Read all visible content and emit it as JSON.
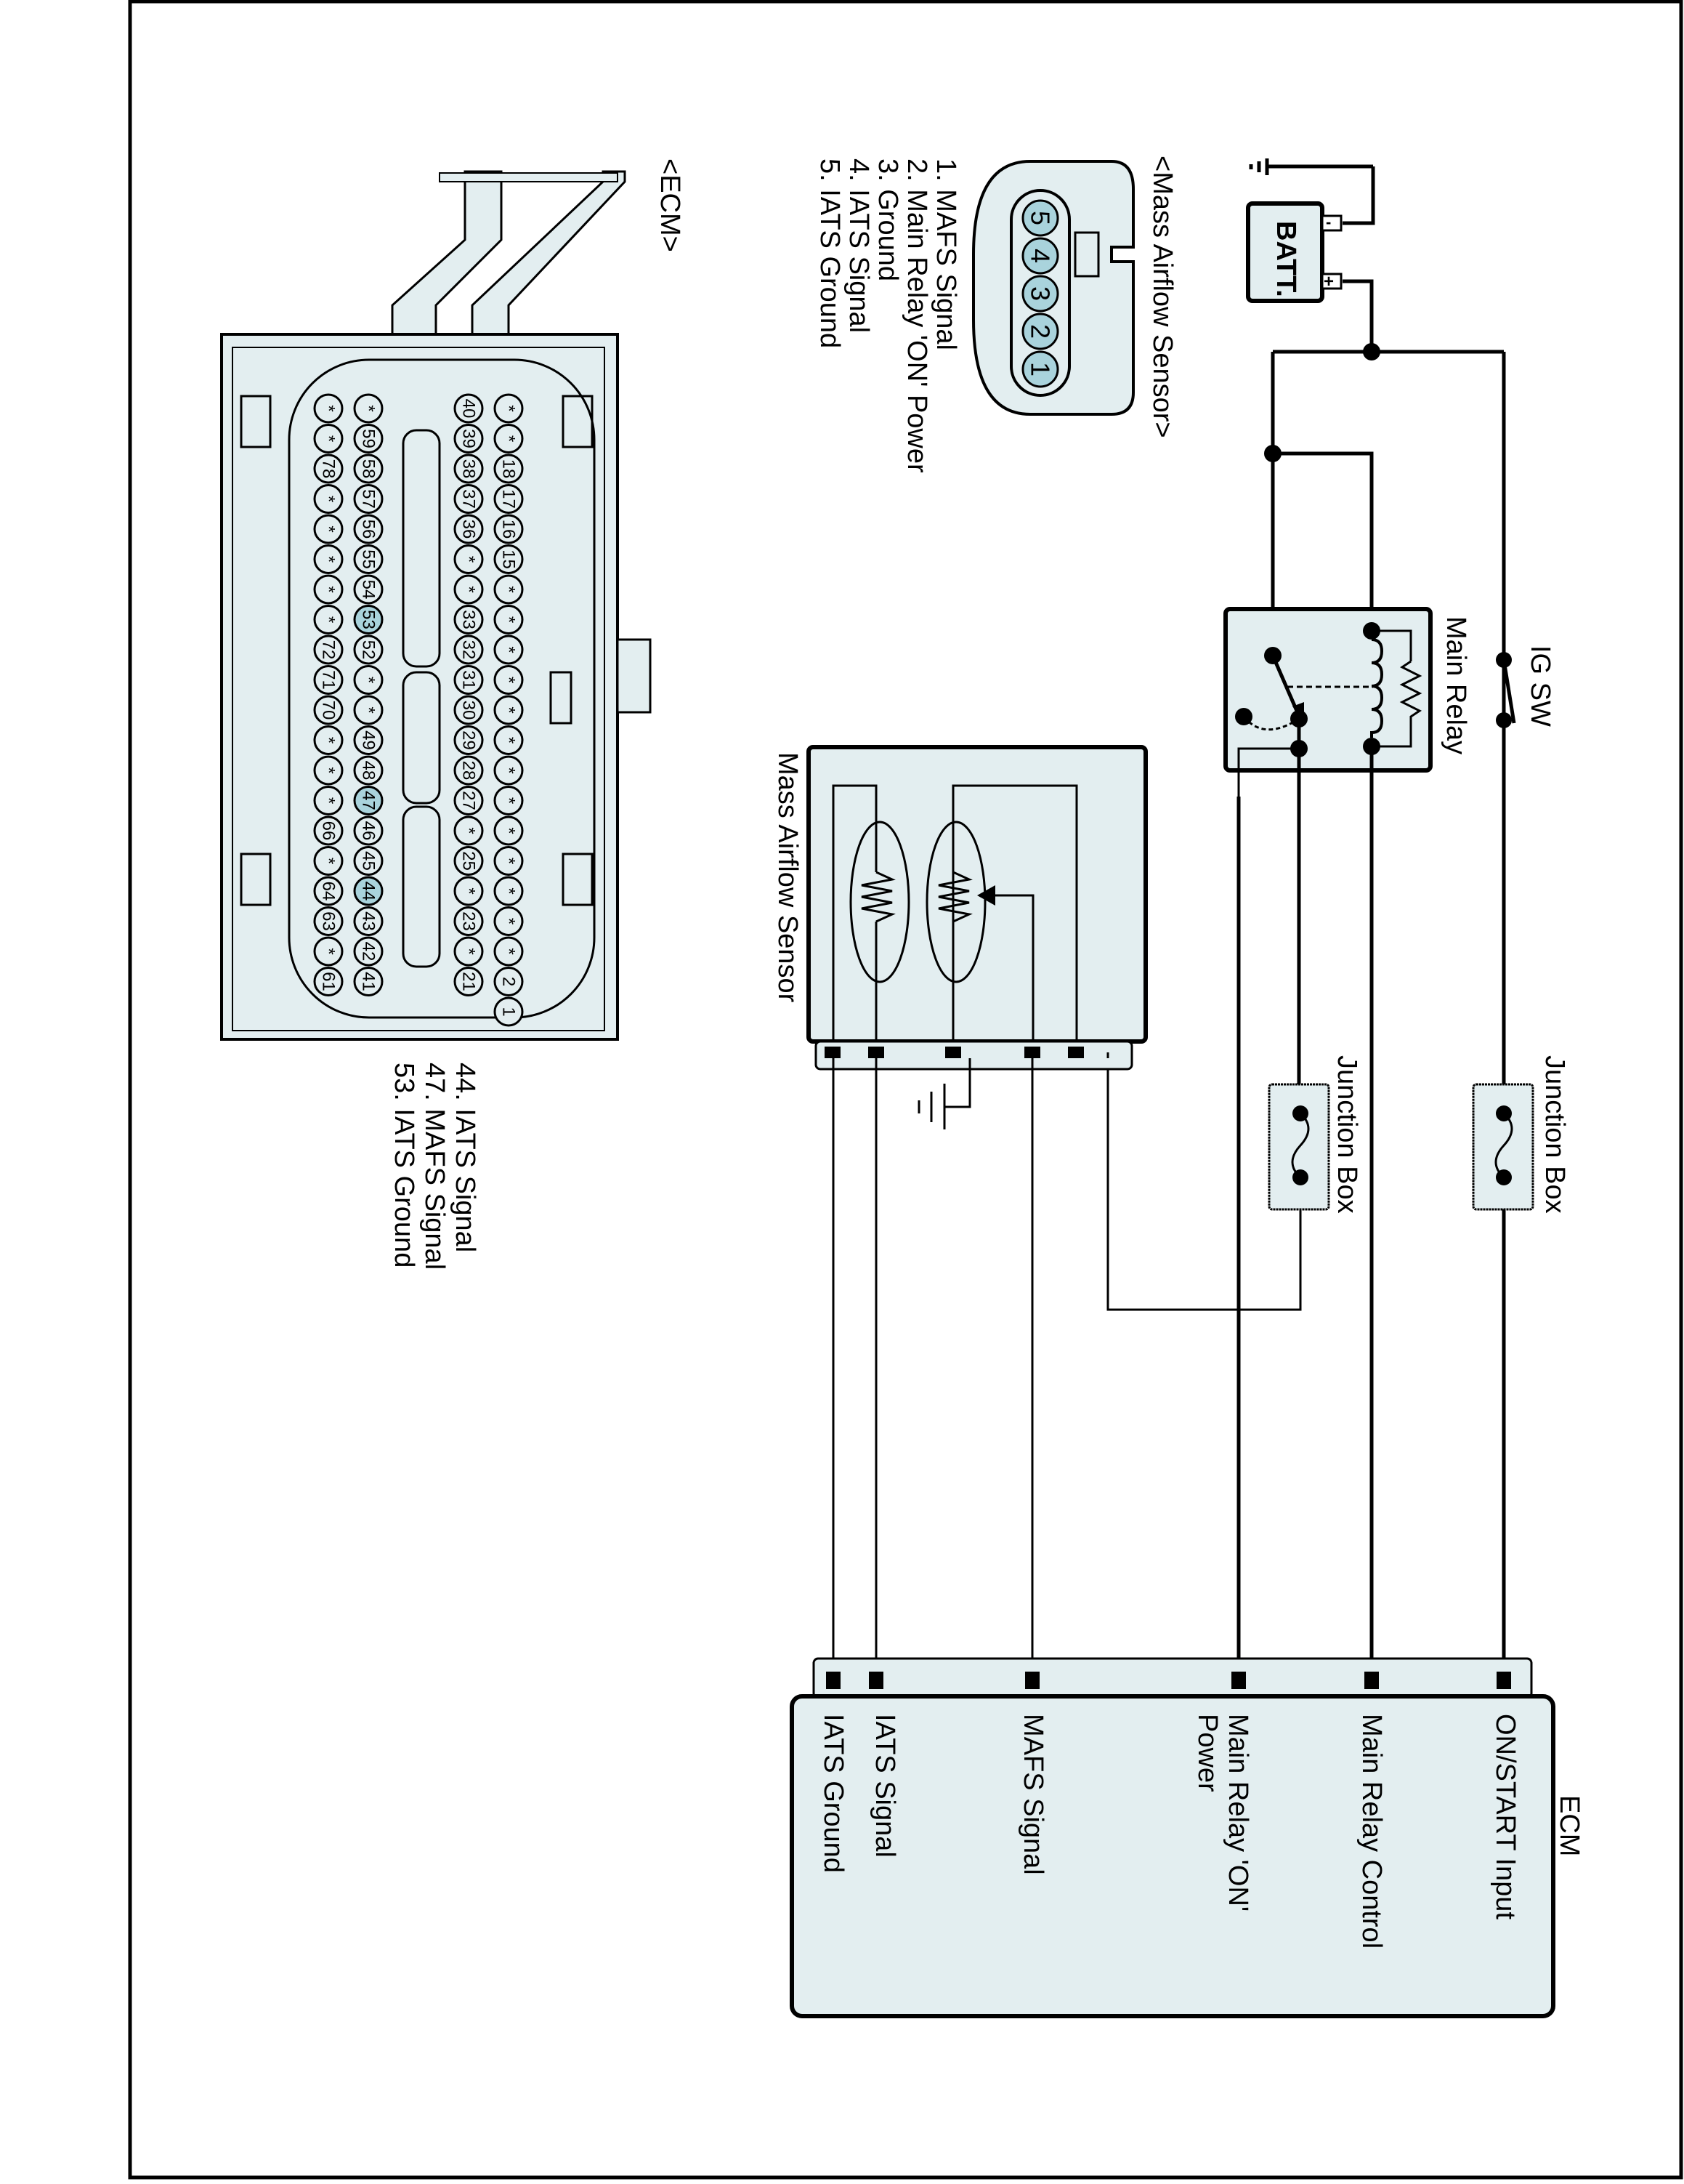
{
  "colors": {
    "component_fill": "#e3eef0",
    "pin_highlight": "#a9d3dc",
    "line": "#000000",
    "background": "#ffffff"
  },
  "components": {
    "battery": {
      "label": "BATT.",
      "pos_terminal": "+",
      "neg_terminal": "-"
    },
    "ig_switch": {
      "label": "IG SW"
    },
    "main_relay": {
      "label": "Main Relay"
    },
    "junction_box_1": {
      "label": "Junction Box"
    },
    "junction_box_2": {
      "label": "Junction Box"
    },
    "mass_airflow_sensor": {
      "label": "Mass Airflow Sensor"
    },
    "ecm": {
      "label": "ECM",
      "terminals": [
        {
          "label": "ON/START Input"
        },
        {
          "label": "Main Relay Control"
        },
        {
          "label": "Main Relay 'ON'",
          "label_line2": "Power"
        },
        {
          "label": "MAFS Signal"
        },
        {
          "label": "IATS Signal"
        },
        {
          "label": "IATS Ground"
        }
      ]
    }
  },
  "maf_connector": {
    "title": "<Mass Airflow Sensor>",
    "pins": [
      "5",
      "4",
      "3",
      "2",
      "1"
    ],
    "legend": [
      "1. MAFS Signal",
      "2. Main Relay 'ON' Power",
      "3. Ground",
      "4. IATS Signal",
      "5. IATS Ground"
    ]
  },
  "ecm_connector": {
    "title": "<ECM>",
    "rows": [
      [
        "*",
        "*",
        "18",
        "17",
        "16",
        "15",
        "*",
        "*",
        "*",
        "*",
        "*",
        "*",
        "*",
        "*",
        "*",
        "*",
        "*",
        "*",
        "*",
        "2",
        "1"
      ],
      [
        "40",
        "39",
        "38",
        "37",
        "36",
        "*",
        "*",
        "33",
        "32",
        "31",
        "30",
        "29",
        "28",
        "27",
        "*",
        "25",
        "*",
        "23",
        "*",
        "21"
      ],
      [
        "*",
        "59",
        "58",
        "57",
        "56",
        "55",
        "54",
        "53",
        "52",
        "*",
        "*",
        "49",
        "48",
        "47",
        "46",
        "45",
        "44",
        "43",
        "42",
        "41"
      ],
      [
        "*",
        "*",
        "78",
        "*",
        "*",
        "*",
        "*",
        "*",
        "72",
        "71",
        "70",
        "*",
        "*",
        "*",
        "66",
        "*",
        "64",
        "63",
        "*",
        "61"
      ]
    ],
    "highlighted_pins": [
      "44",
      "47",
      "53"
    ],
    "legend": [
      "44. IATS Signal",
      "47. MAFS Signal",
      "53. IATS Ground"
    ]
  }
}
